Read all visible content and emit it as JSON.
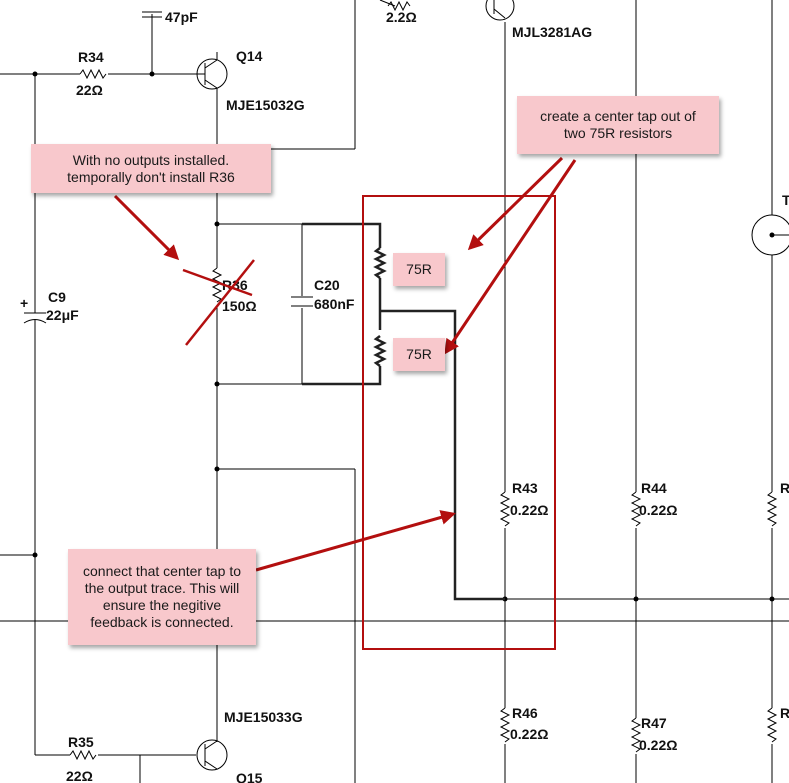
{
  "components": {
    "c_top_value": "47pF",
    "r_top_value": "2.2Ω",
    "r34_ref": "R34",
    "r34_value": "22Ω",
    "q14_ref": "Q14",
    "q14_part": "MJE15032G",
    "q_top_part": "MJL3281AG",
    "r36_ref": "R36",
    "r36_value": "150Ω",
    "c20_ref": "C20",
    "c20_value": "680nF",
    "c9_ref": "C9",
    "c9_value": "22μF",
    "r43_ref": "R43",
    "r43_value": "0.22Ω",
    "r44_ref": "R44",
    "r44_value": "0.22Ω",
    "r46_ref": "R46",
    "r46_value": "0.22Ω",
    "r47_ref": "R47",
    "r47_value": "0.22Ω",
    "q15_part": "MJE15033G",
    "r35_ref": "R35",
    "r35_value": "22Ω"
  },
  "annotations": {
    "note_r36": "With no outputs installed. temporally don't install R36",
    "note_center_tap": "create a center tap out of two 75R resistors",
    "note_output": "connect that center tap to the output trace. This will ensure the negitive feedback is connected.",
    "resistor_label_1": "75R",
    "resistor_label_2": "75R"
  },
  "colors": {
    "annotation_red": "#b30f0f",
    "note_fill": "#f8c8cc"
  }
}
